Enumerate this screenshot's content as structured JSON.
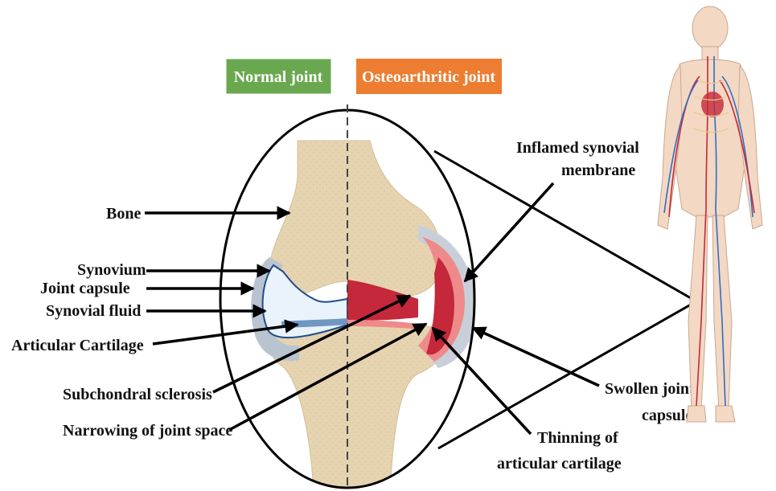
{
  "legend": {
    "normal": {
      "label": "Normal joint",
      "color": "#6aa84f"
    },
    "oa": {
      "label": "Osteoarthritic joint",
      "color": "#ed7d31"
    }
  },
  "labels": {
    "bone": "Bone",
    "synovium": "Synovium",
    "joint_capsule": "Joint capsule",
    "synovial_fluid": "Synovial fluid",
    "articular_cartilage": "Articular Cartilage",
    "subchondral_sclerosis": "Subchondral sclerosis",
    "narrowing": "Narrowing of joint space",
    "inflamed_line1": "Inflamed synovial",
    "inflamed_line2": "membrane",
    "swollen_line1": "Swollen joint",
    "swollen_line2": "capsule",
    "thinning_line1": "Thinning of",
    "thinning_line2": "articular cartilage"
  },
  "colors": {
    "bone": "#e6d3b0",
    "capsule": "#b9c4d0",
    "synovial_fluid": "#dde9f7",
    "inflamed": "#c4283a",
    "inflamed_light": "#ef8a8a",
    "arrow": "#000000"
  },
  "icons": {
    "human_figure": "human-anatomy-figure-icon"
  }
}
